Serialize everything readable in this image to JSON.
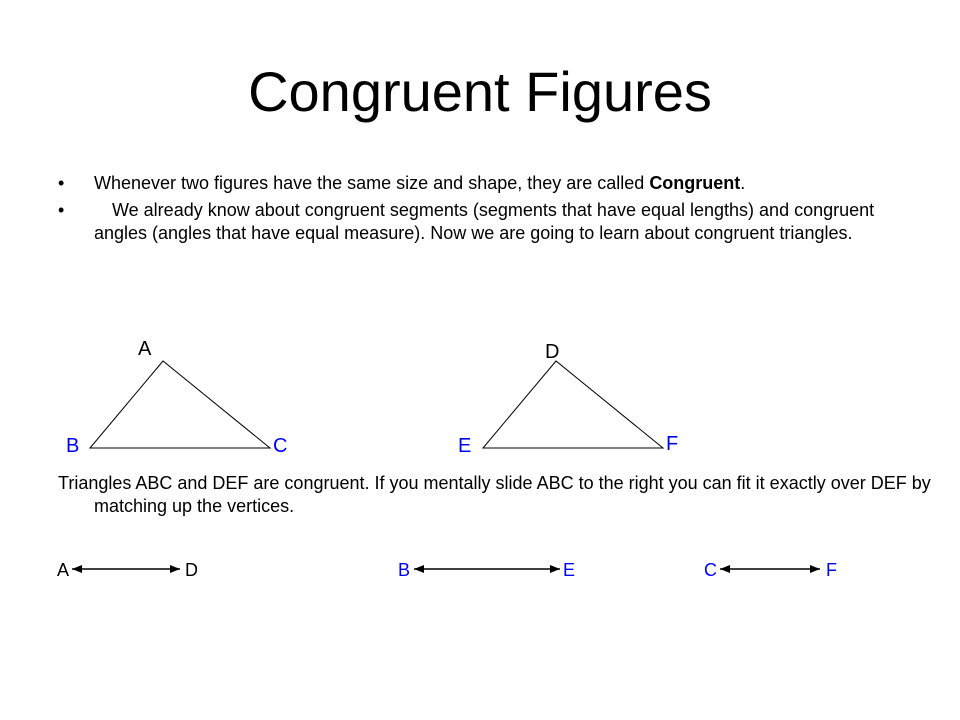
{
  "slide": {
    "title": "Congruent Figures",
    "bullets": [
      {
        "text_before": "Whenever two figures have the same size and shape, they are called ",
        "bold": "Congruent",
        "text_after": "."
      },
      {
        "text": "We already know about congruent segments (segments that have equal lengths) and congruent angles (angles that have equal measure).  Now we are going to learn about congruent triangles."
      }
    ],
    "paragraph": "Triangles ABC and DEF are congruent.  If you mentally slide ABC to the right you can fit it exactly over DEF by matching up the vertices."
  },
  "triangle_abc": {
    "vertices": [
      "A",
      "B",
      "C"
    ]
  },
  "triangle_def": {
    "vertices": [
      "D",
      "E",
      "F"
    ]
  },
  "correspondences": [
    {
      "from": "A",
      "to": "D"
    },
    {
      "from": "B",
      "to": "E"
    },
    {
      "from": "C",
      "to": "F"
    }
  ],
  "colors": {
    "text": "#000000",
    "vertex_blue": "#0000ff",
    "background": "#ffffff"
  }
}
